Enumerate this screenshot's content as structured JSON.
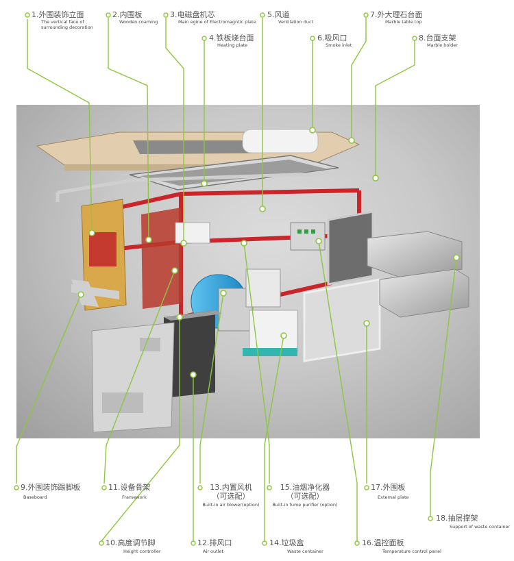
{
  "labels": [
    {
      "id": "1",
      "cn": "1.外围装饰立面",
      "en": "The vertical face of",
      "en2": "surrounding decoration"
    },
    {
      "id": "2",
      "cn": "2.内围板",
      "en": "Wooden coaming"
    },
    {
      "id": "3",
      "cn": "3.电磁盘机芯",
      "en": "Main egine of Electromagntic plate"
    },
    {
      "id": "4",
      "cn": "4.铁板烧台面",
      "en": "Heating plate"
    },
    {
      "id": "5",
      "cn": "5.风道",
      "en": "Ventilation duct"
    },
    {
      "id": "6",
      "cn": "6.吸风口",
      "en": "Smoke inlet"
    },
    {
      "id": "7",
      "cn": "7.外大理石台面",
      "en": "Marble table top"
    },
    {
      "id": "8",
      "cn": "8.台面支架",
      "en": "Marble holder"
    },
    {
      "id": "9",
      "cn": "9.外围装饰踢脚板",
      "en": "Baseboard"
    },
    {
      "id": "11",
      "cn": "11.设备骨架",
      "en": "Framework"
    },
    {
      "id": "13",
      "cn": "13.内置风机",
      "cn2": "（可选配）",
      "en": "Built-in air blower(option)"
    },
    {
      "id": "15",
      "cn": "15.油烟净化器",
      "cn2": "（可选配）",
      "en": "Built-in fume purifier (option)"
    },
    {
      "id": "17",
      "cn": "17.外围板",
      "en": "External plate"
    },
    {
      "id": "18",
      "cn": "18.抽层撑架",
      "en": "Support of waste container"
    },
    {
      "id": "10",
      "cn": "10.高度调节脚",
      "en": "Height controller"
    },
    {
      "id": "12",
      "cn": "12.排风口",
      "en": "Air outlet"
    },
    {
      "id": "14",
      "cn": "14.垃圾盒",
      "en": "Waste container"
    },
    {
      "id": "16",
      "cn": "16.温控面板",
      "en": "Temperature control panel"
    }
  ],
  "colors": {
    "leader": "#8dc63f",
    "dot_fill": "#ffffff",
    "frame_red": "#c8262b",
    "marble": "#e0c9a8",
    "steel": "#b5b5b5",
    "blower_blue": "#2b9fd8",
    "wood": "#d9a84a"
  }
}
